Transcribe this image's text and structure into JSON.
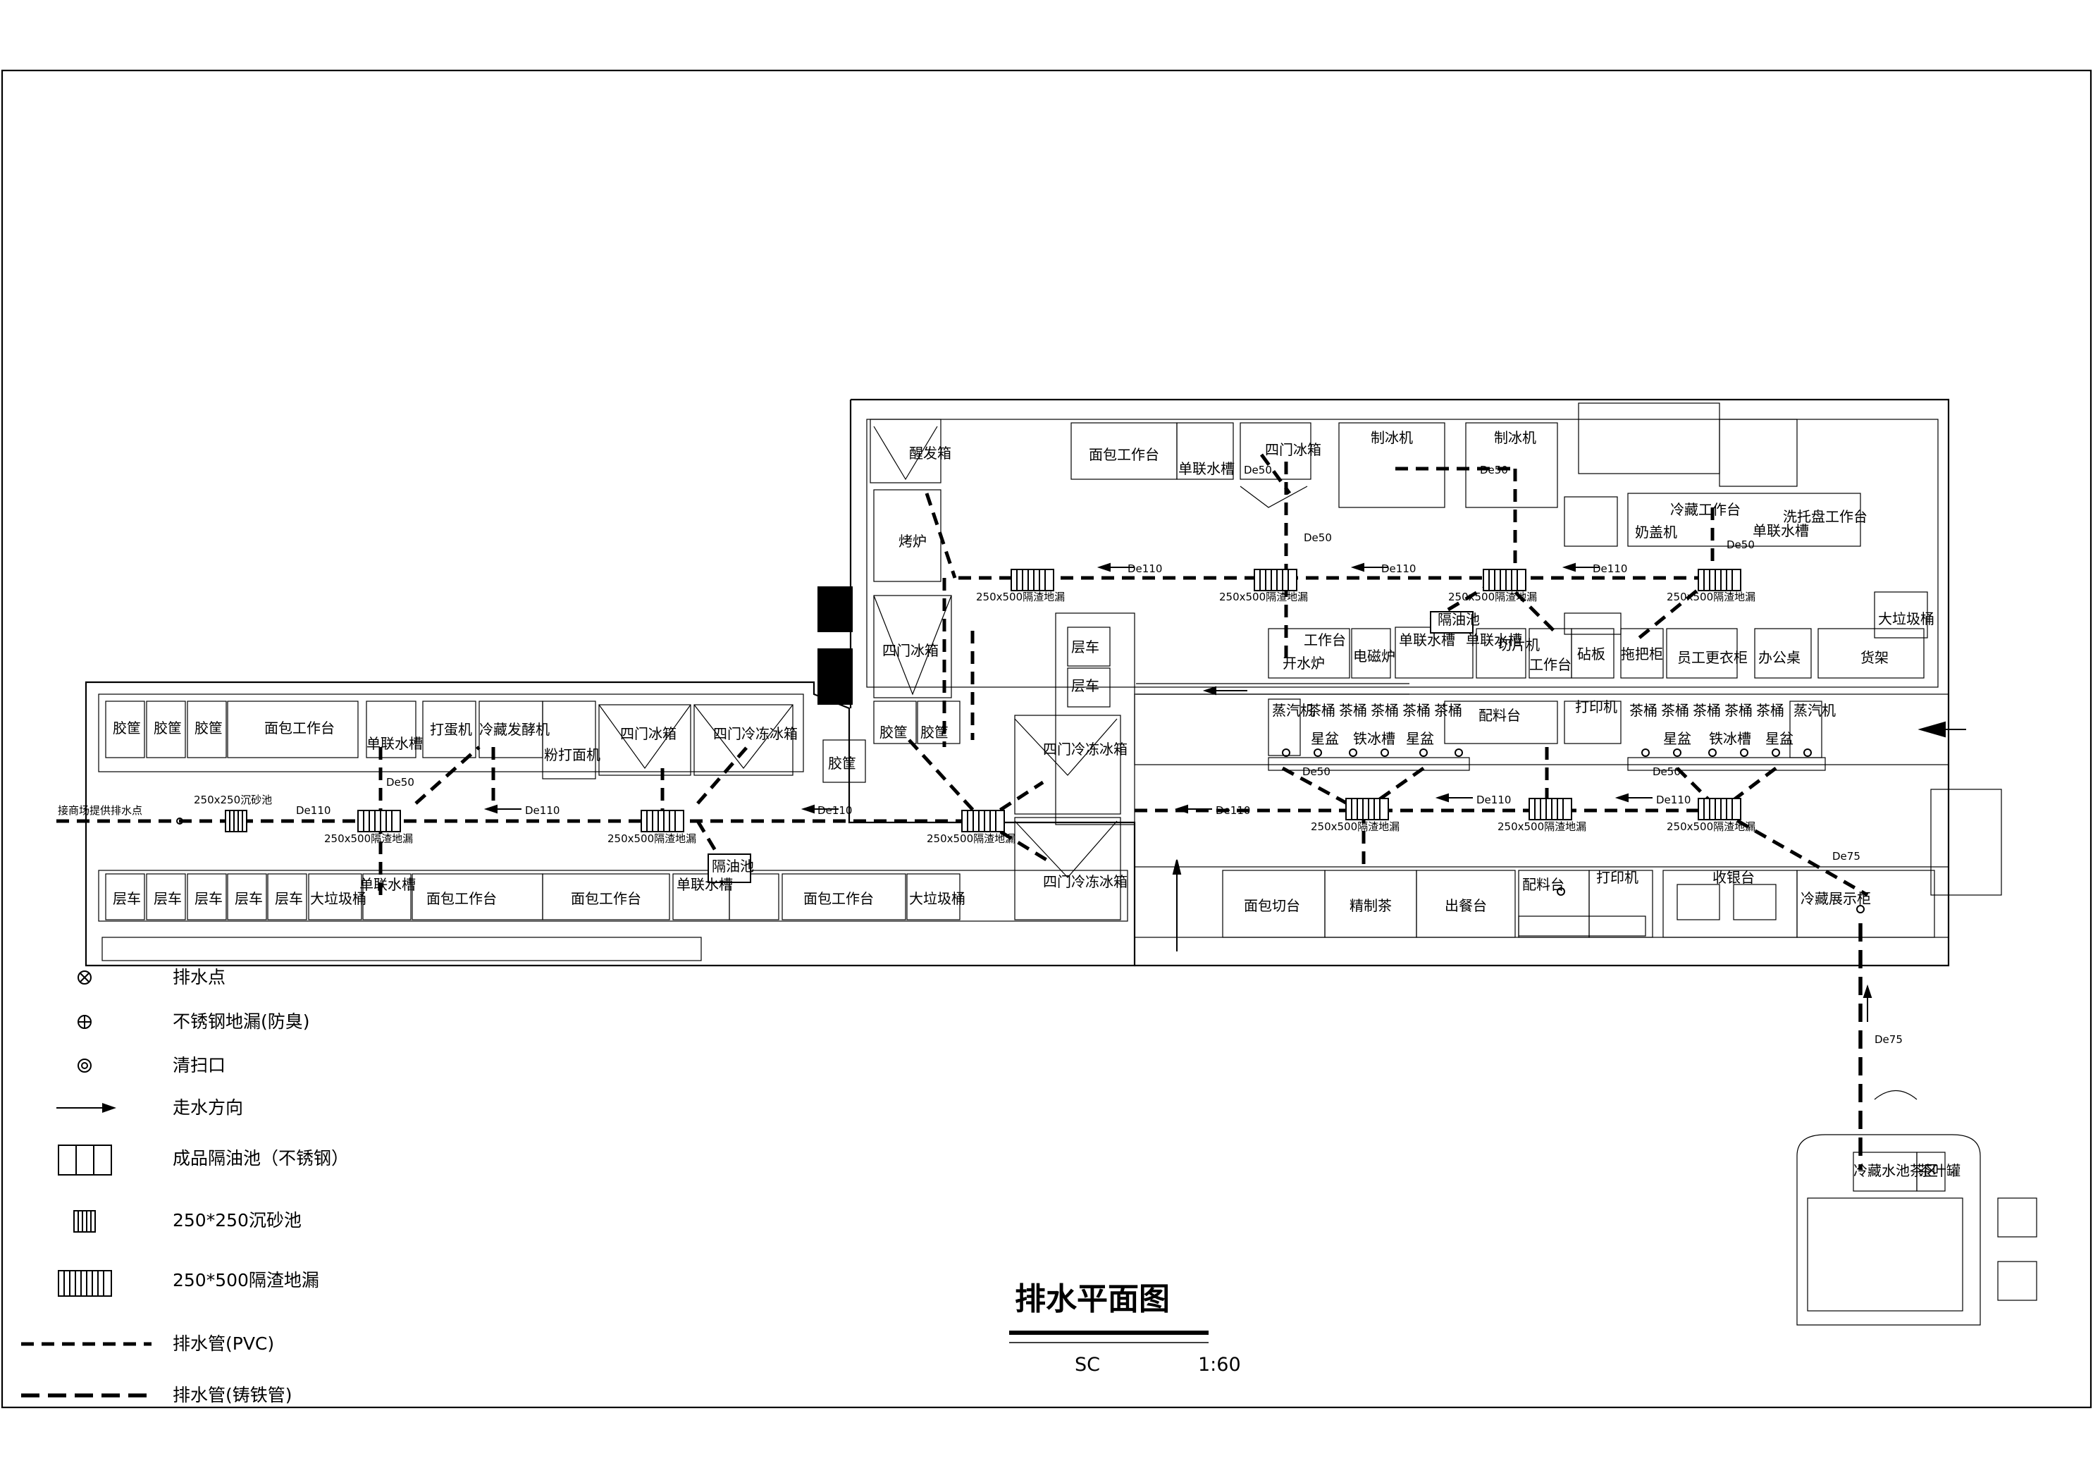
{
  "title": "排水平面图",
  "scale_label": "SC",
  "scale_value": "1:60",
  "inlet_note": "接商场提供排水点",
  "legend": [
    {
      "icon": "drain-point-icon",
      "label": "排水点"
    },
    {
      "icon": "floor-drain-icon",
      "label": "不锈钢地漏(防臭)"
    },
    {
      "icon": "cleanout-icon",
      "label": "清扫口"
    },
    {
      "icon": "flow-arrow-icon",
      "label": "走水方向"
    },
    {
      "icon": "grease-trap-icon",
      "label": "成品隔油池（不锈钢）"
    },
    {
      "icon": "sand-pit-icon",
      "label": "250*250沉砂池"
    },
    {
      "icon": "slag-drain-icon",
      "label": "250*500隔渣地漏"
    },
    {
      "icon": "pvc-pipe-icon",
      "label": "排水管(PVC)"
    },
    {
      "icon": "cast-iron-pipe-icon",
      "label": "排水管(铸铁管)"
    }
  ],
  "pipe_labels": {
    "de110": "De110",
    "de50": "De50",
    "de75": "De75",
    "sand_pit": "250x250沉砂池",
    "slag_drain": "250x500隔渣地漏"
  },
  "left_wing_top": [
    "胶筐",
    "胶筐",
    "胶筐",
    "面包工作台",
    "单联水槽",
    "打蛋机",
    "冷藏发酵机",
    "粉打面机",
    "四门冰箱",
    "四门冷冻冰箱"
  ],
  "left_wing_bottom": [
    "层车",
    "层车",
    "层车",
    "层车",
    "层车",
    "大垃圾桶",
    "单联水槽",
    "面包工作台",
    "面包工作台",
    "单联水槽",
    "隔油池",
    "面包工作台",
    "大垃圾桶"
  ],
  "middle_block": [
    "醒发箱",
    "烤炉",
    "四门冰箱",
    "胶筐",
    "胶筐",
    "胶筐",
    "层车",
    "层车",
    "四门冷冻冰箱",
    "四门冷冻冰箱",
    "面包工作台"
  ],
  "right_top": [
    "单联水槽",
    "四门冰箱",
    "制冰机",
    "制冰机",
    "冷藏工作台",
    "单联水槽",
    "洗托盘工作台",
    "奶盖机",
    "大垃圾桶"
  ],
  "right_middle": [
    "工作台",
    "开水炉",
    "电磁炉",
    "单联水槽",
    "隔油池",
    "单联水槽",
    "切片机",
    "工作台",
    "砧板",
    "拖把柜",
    "员工更衣柜",
    "办公桌",
    "货架"
  ],
  "bar_row": [
    "蒸汽机",
    "茶桶",
    "茶桶",
    "茶桶",
    "茶桶",
    "茶桶",
    "配料台",
    "打印机",
    "茶桶",
    "茶桶",
    "茶桶",
    "茶桶",
    "茶桶",
    "蒸汽机",
    "星盆",
    "铁冰槽",
    "星盆",
    "星盆",
    "铁冰槽",
    "星盆"
  ],
  "counter_row": [
    "面包切台",
    "精制茶",
    "出餐台",
    "配料台",
    "打印机",
    "收银台",
    "冷藏展示柜"
  ],
  "kiosk": [
    "冷藏水池茶区",
    "茶叶罐"
  ]
}
